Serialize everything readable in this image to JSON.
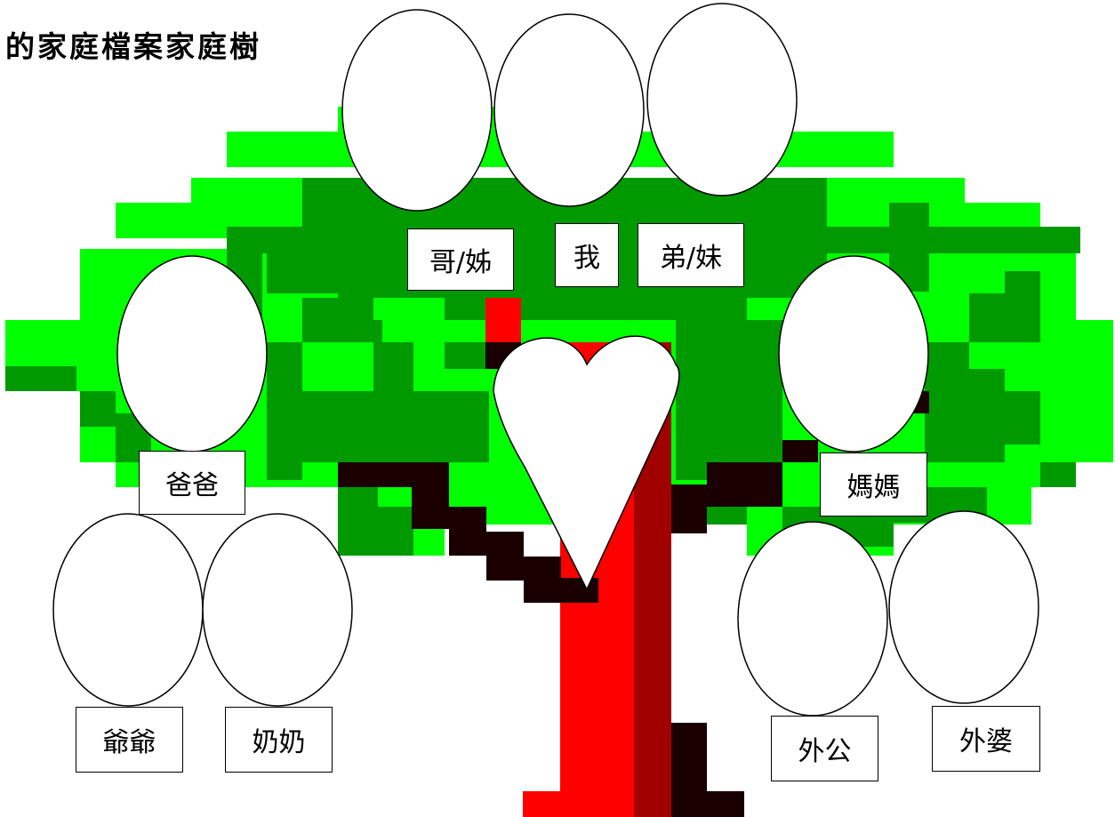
{
  "title": "的家庭檔案家庭樹",
  "labels": {
    "older_sibling": "哥/姊",
    "me": "我",
    "younger_sibling": "弟/妹",
    "father": "爸爸",
    "mother": "媽媽",
    "paternal_grandfather": "爺爺",
    "paternal_grandmother": "奶奶",
    "maternal_grandfather": "外公",
    "maternal_grandmother": "外婆"
  },
  "colors": {
    "light_green": "#00ff00",
    "dark_green": "#009900",
    "trunk_red": "#ff0000",
    "trunk_dark_red": "#a00000",
    "branch_dark": "#1a0000",
    "frame_fill": "#ffffff",
    "frame_stroke": "#000000"
  }
}
